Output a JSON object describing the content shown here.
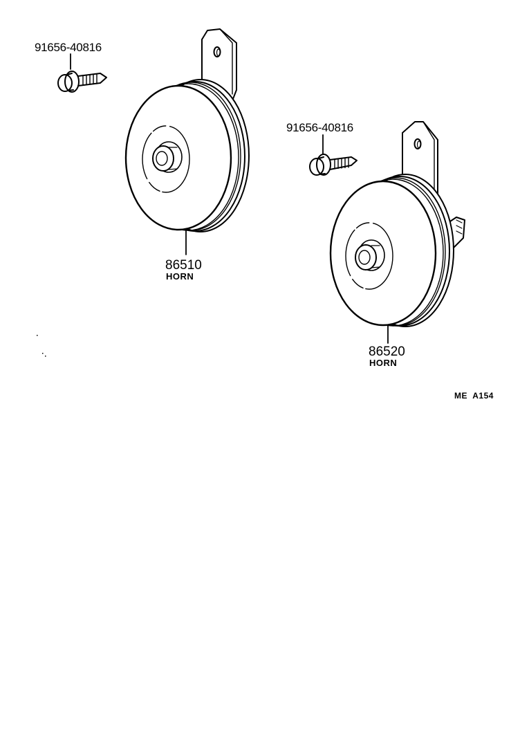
{
  "diagram": {
    "type": "parts-catalog-illustration",
    "subject": "Horn assembly",
    "reference_code": "ME  A154",
    "parts": [
      {
        "id": "bolt-1",
        "part_number": "91656-40816",
        "name": "",
        "icon": "bolt-icon"
      },
      {
        "id": "horn-1",
        "part_number": "86510",
        "name": "HORN",
        "icon": "horn-icon"
      },
      {
        "id": "bolt-2",
        "part_number": "91656-40816",
        "name": "",
        "icon": "bolt-icon"
      },
      {
        "id": "horn-2",
        "part_number": "86520",
        "name": "HORN",
        "icon": "horn-icon"
      }
    ],
    "colors": {
      "line": "#000000",
      "background": "#ffffff"
    }
  }
}
